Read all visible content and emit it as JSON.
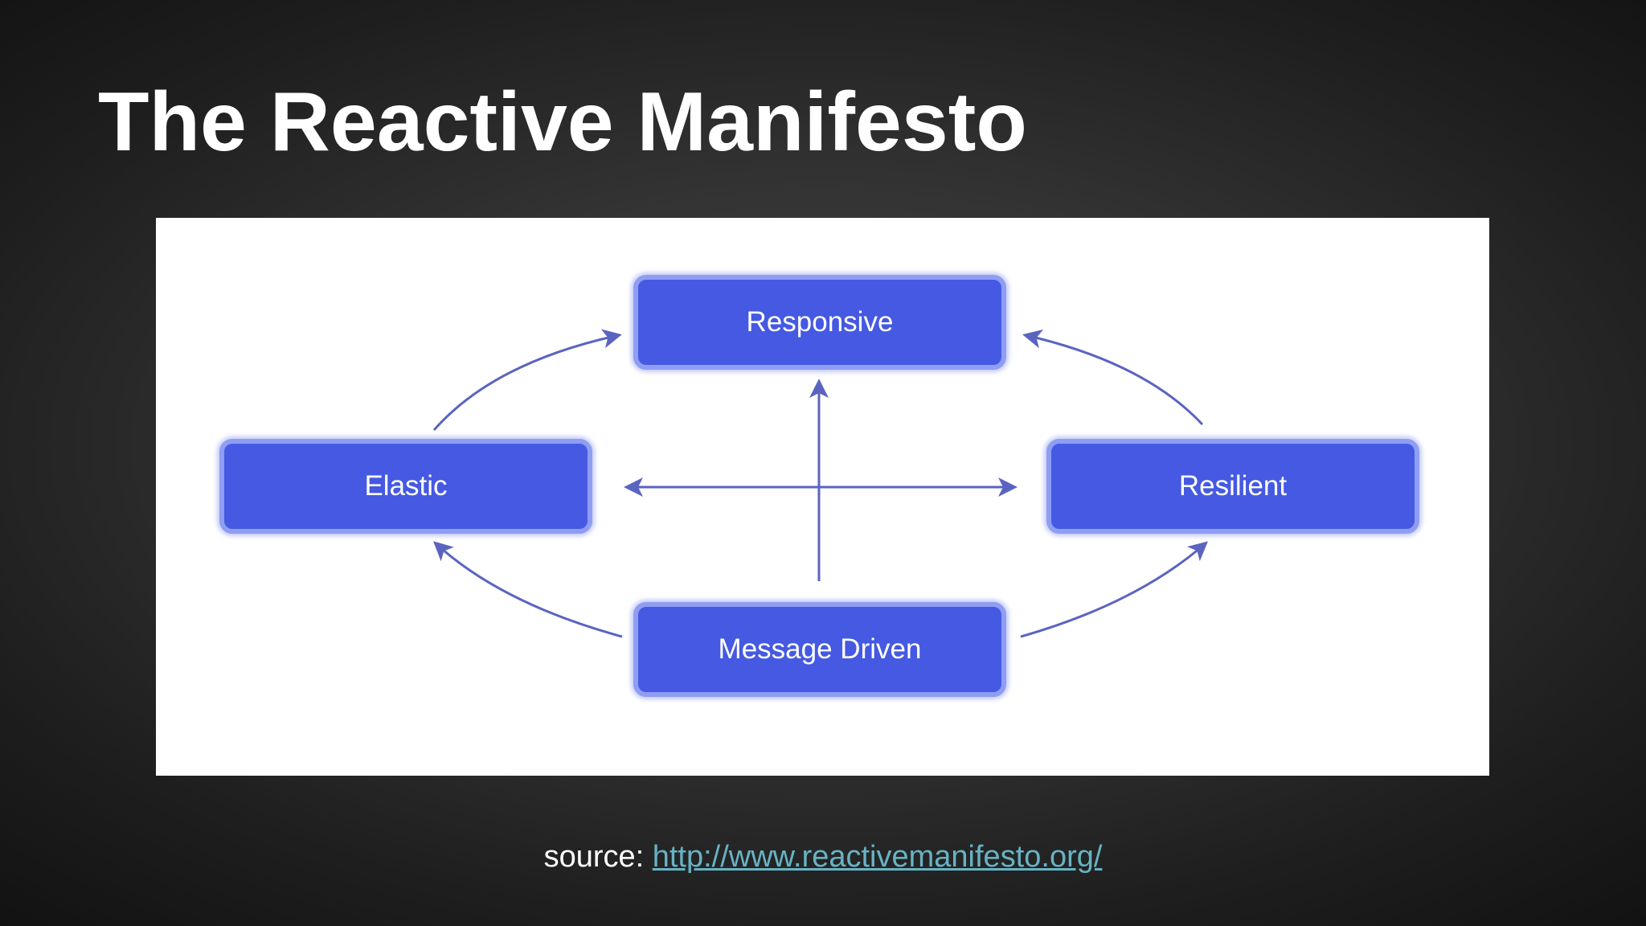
{
  "slide": {
    "title": "The Reactive Manifesto"
  },
  "diagram": {
    "nodes": {
      "responsive": "Responsive",
      "elastic": "Elastic",
      "resilient": "Resilient",
      "message_driven": "Message Driven"
    },
    "edges": [
      {
        "from": "Elastic",
        "to": "Responsive"
      },
      {
        "from": "Resilient",
        "to": "Responsive"
      },
      {
        "from": "Message Driven",
        "to": "Responsive"
      },
      {
        "from": "Message Driven",
        "to": "Elastic"
      },
      {
        "from": "Message Driven",
        "to": "Resilient"
      },
      {
        "from": "Elastic",
        "to": "Resilient",
        "bidirectional": true
      }
    ],
    "colors": {
      "node_fill": "#4559e2",
      "node_border": "#8f9df3",
      "arrow": "#5a64c0"
    }
  },
  "source": {
    "label": "source: ",
    "url_text": "http://www.reactivemanifesto.org/",
    "link_color": "#67b3c4"
  }
}
